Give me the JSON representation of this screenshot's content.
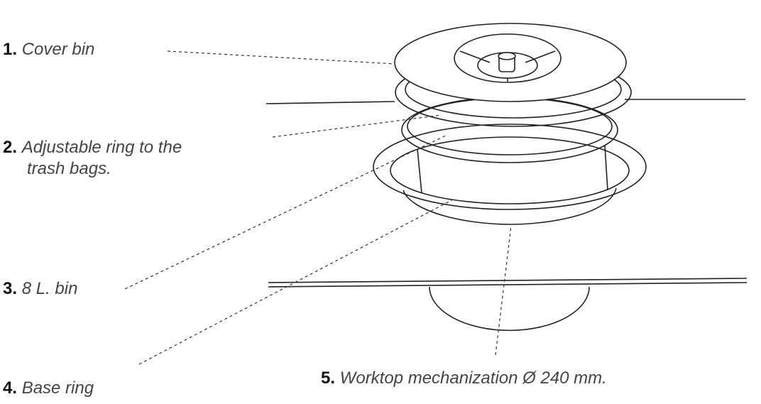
{
  "labels": [
    {
      "number": "1.",
      "text": "Cover bin"
    },
    {
      "number": "2.",
      "text": "Adjustable ring to the",
      "text2": "trash bags."
    },
    {
      "number": "3.",
      "text": "8 L. bin"
    },
    {
      "number": "4.",
      "text": "Base ring"
    },
    {
      "number": "5.",
      "text": "Worktop mechanization  Ø 240 mm."
    }
  ],
  "colors": {
    "line": "#222222",
    "text": "#444444",
    "background": "#ffffff"
  }
}
